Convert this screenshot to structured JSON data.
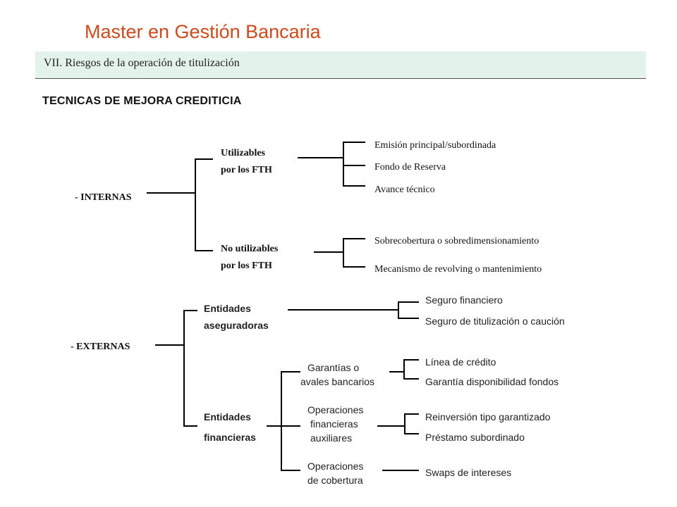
{
  "header": {
    "title": "Master en Gestión Bancaria",
    "subtitle": "VII. Riesgos de la operación de titulización"
  },
  "heading": "TECNICAS DE MEJORA CREDITICIA",
  "internas": {
    "label": "- INTERNAS",
    "utilizables": {
      "label_line1": "Utilizables",
      "label_line2": "por los FTH",
      "items": [
        "Emisión principal/subordinada",
        "Fondo de Reserva",
        "Avance técnico"
      ]
    },
    "no_utilizables": {
      "label_line1": "No utilizables",
      "label_line2": "por los FTH",
      "items": [
        "Sobrecobertura o sobredimensionamiento",
        "Mecanismo de revolving o mantenimiento"
      ]
    }
  },
  "externas": {
    "label": "- EXTERNAS",
    "aseguradoras": {
      "label_line1": "Entidades",
      "label_line2": "aseguradoras",
      "items": [
        "Seguro financiero",
        "Seguro de titulización o caución"
      ]
    },
    "financieras": {
      "label_line1": "Entidades",
      "label_line2": "financieras",
      "groups": [
        {
          "label_line1": "Garantías o",
          "label_line2": "avales bancarios",
          "items": [
            "Línea de crédito",
            "Garantía disponibilidad fondos"
          ]
        },
        {
          "label_line1": "Operaciones",
          "label_line2": "financieras",
          "label_line3": "auxiliares",
          "items": [
            "Reinversión tipo garantizado",
            "Préstamo subordinado"
          ]
        },
        {
          "label_line1": "Operaciones",
          "label_line2": "de cobertura",
          "items": [
            "Swaps de intereses"
          ]
        }
      ]
    }
  }
}
